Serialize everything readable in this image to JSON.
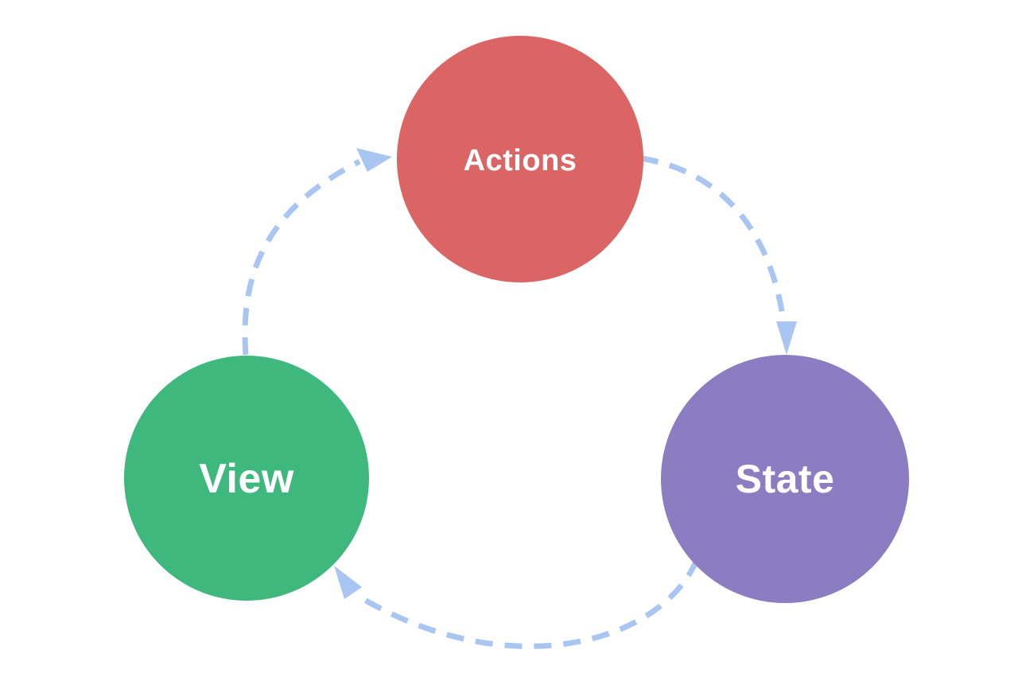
{
  "diagram": {
    "type": "cycle-flow-diagram",
    "nodes": [
      {
        "id": "actions",
        "label": "Actions",
        "color": "#DB6464",
        "shape": "circle",
        "position": "top"
      },
      {
        "id": "state",
        "label": "State",
        "color": "#8C7DC3",
        "shape": "circle",
        "position": "right"
      },
      {
        "id": "view",
        "label": "View",
        "color": "#3EB87D",
        "shape": "circle",
        "position": "left"
      }
    ],
    "edges": [
      {
        "from": "actions",
        "to": "state",
        "style": "dashed",
        "arrow": true
      },
      {
        "from": "state",
        "to": "view",
        "style": "dashed",
        "arrow": true
      },
      {
        "from": "view",
        "to": "actions",
        "style": "dashed",
        "arrow": true
      }
    ],
    "colors": {
      "arrow": "#A9C5F2",
      "label": "#FFFFFF",
      "background": "#FFFFFF"
    }
  }
}
